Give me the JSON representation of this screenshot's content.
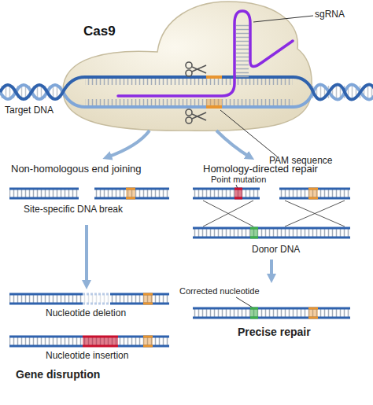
{
  "diagram": {
    "nodes": [
      {
        "text": [
          "Cas9"
        ]
      }
    ],
    "labels": [
      "sgRNA",
      "Target DNA",
      "PAM sequence",
      "Non-homologous end joining",
      "Homology-directed repair",
      "Site-specific DNA break",
      "Point mutation",
      "Donor DNA",
      "Nucleotide deletion",
      "Corrected nucleotide",
      "Nucleotide insertion",
      "Precise repair",
      "Gene disruption"
    ]
  }
}
